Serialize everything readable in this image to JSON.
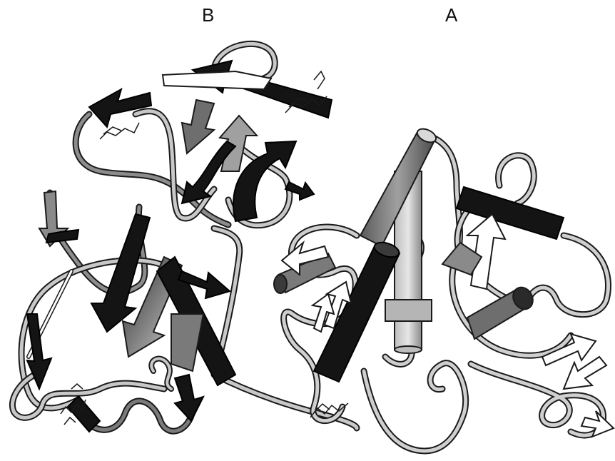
{
  "labels": {
    "domain_b": "B",
    "domain_a": "A"
  },
  "colors": {
    "background": "#ffffff",
    "black": "#141414",
    "dark_gray": "#6e6e6e",
    "mid_gray": "#9a9a9a",
    "light_gray": "#c8c8c8",
    "outline": "#1a1a1a",
    "white_fill": "#ffffff"
  },
  "structure": {
    "domains": [
      "B",
      "A"
    ],
    "elements": [
      "coil",
      "beta-strand",
      "alpha-helix",
      "disulfide-bond"
    ]
  }
}
